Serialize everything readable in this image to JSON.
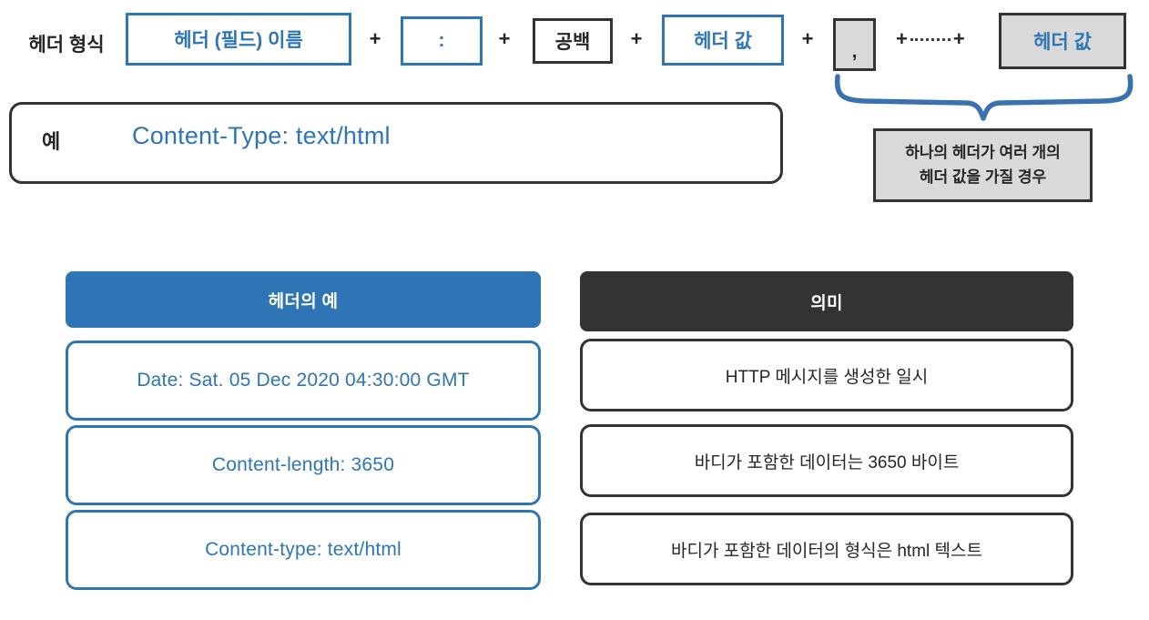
{
  "colors": {
    "accent_blue": "#2E75B6",
    "dark": "#333333",
    "gray_fill": "#D9D9D9",
    "white": "#FFFFFF"
  },
  "formula": {
    "label": "헤더 형식",
    "tokens": [
      {
        "text": "헤더 (필드) 이름",
        "style": "blue"
      },
      {
        "text": ":",
        "style": "blue"
      },
      {
        "text": "공백",
        "style": "dark"
      },
      {
        "text": "헤더 값",
        "style": "blue"
      },
      {
        "text": ",",
        "style": "gray"
      },
      {
        "text": "헤더 값",
        "style": "gray"
      }
    ],
    "operator": "+",
    "ellipsis_operator_left": "+",
    "ellipsis_operator_right": "+"
  },
  "example": {
    "label": "예",
    "text": "Content-Type: text/html"
  },
  "callout": {
    "line1": "하나의 헤더가 여러 개의",
    "line2": "헤더 값을 가질 경우"
  },
  "table": {
    "left": {
      "header": "헤더의 예",
      "rows": [
        "Date: Sat. 05 Dec 2020 04:30:00 GMT",
        "Content-length: 3650",
        "Content-type: text/html"
      ]
    },
    "right": {
      "header": "의미",
      "rows": [
        "HTTP 메시지를 생성한 일시",
        "바디가 포함한 데이터는 3650 바이트",
        "바디가 포함한 데이터의 형식은 html 텍스트"
      ]
    }
  }
}
